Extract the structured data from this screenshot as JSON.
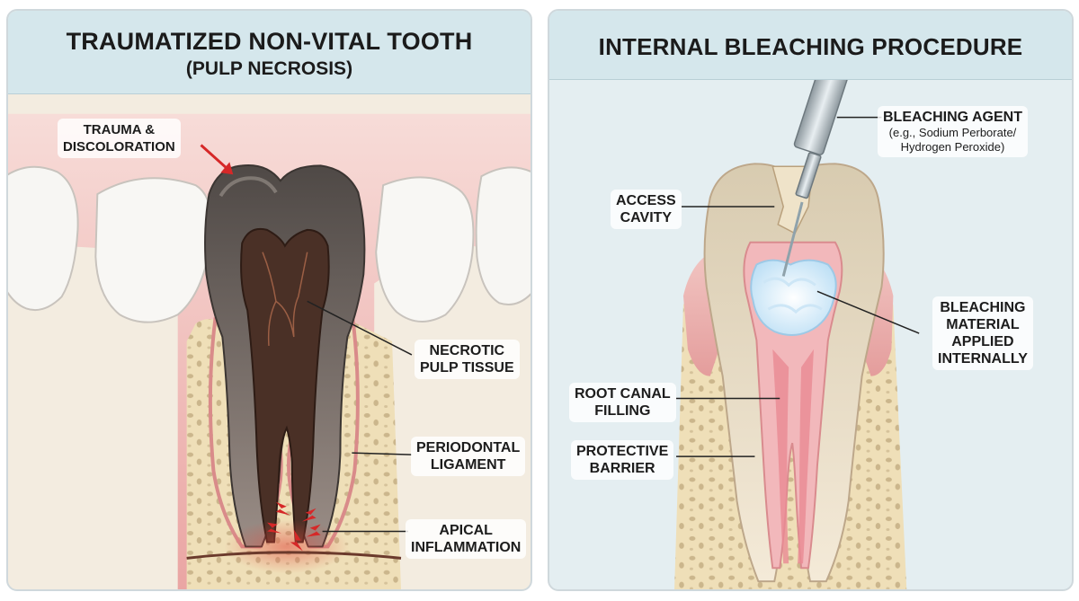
{
  "left_panel": {
    "title": "TRAUMATIZED NON-VITAL TOOTH",
    "subtitle": "(PULP NECROSIS)",
    "labels": {
      "trauma": [
        "TRAUMA &",
        "DISCOLORATION"
      ],
      "necrotic": [
        "NECROTIC",
        "PULP TISSUE"
      ],
      "periodontal": [
        "PERIODONTAL",
        "LIGAMENT"
      ],
      "apical": [
        "APICAL",
        "INFLAMMATION"
      ]
    }
  },
  "right_panel": {
    "title": "INTERNAL BLEACHING PROCEDURE",
    "labels": {
      "agent": "BLEACHING AGENT",
      "agent_detail": [
        "(e.g., Sodium Perborate/",
        "Hydrogen Peroxide)"
      ],
      "access": [
        "ACCESS",
        "CAVITY"
      ],
      "material": [
        "BLEACHING",
        "MATERIAL",
        "APPLIED",
        "INTERNALLY"
      ],
      "root_canal": [
        "ROOT CANAL",
        "FILLING"
      ],
      "barrier": [
        "PROTECTIVE",
        "BARRIER"
      ]
    }
  },
  "colors": {
    "header_bg": "#d5e7ec",
    "gum": "#f1b9b6",
    "bone": "#efdfb8",
    "dark_tooth": "#6b6360",
    "necrotic_pulp": "#4a3026",
    "bleach": "#e4f2fb",
    "inflammation": "#d62828"
  }
}
